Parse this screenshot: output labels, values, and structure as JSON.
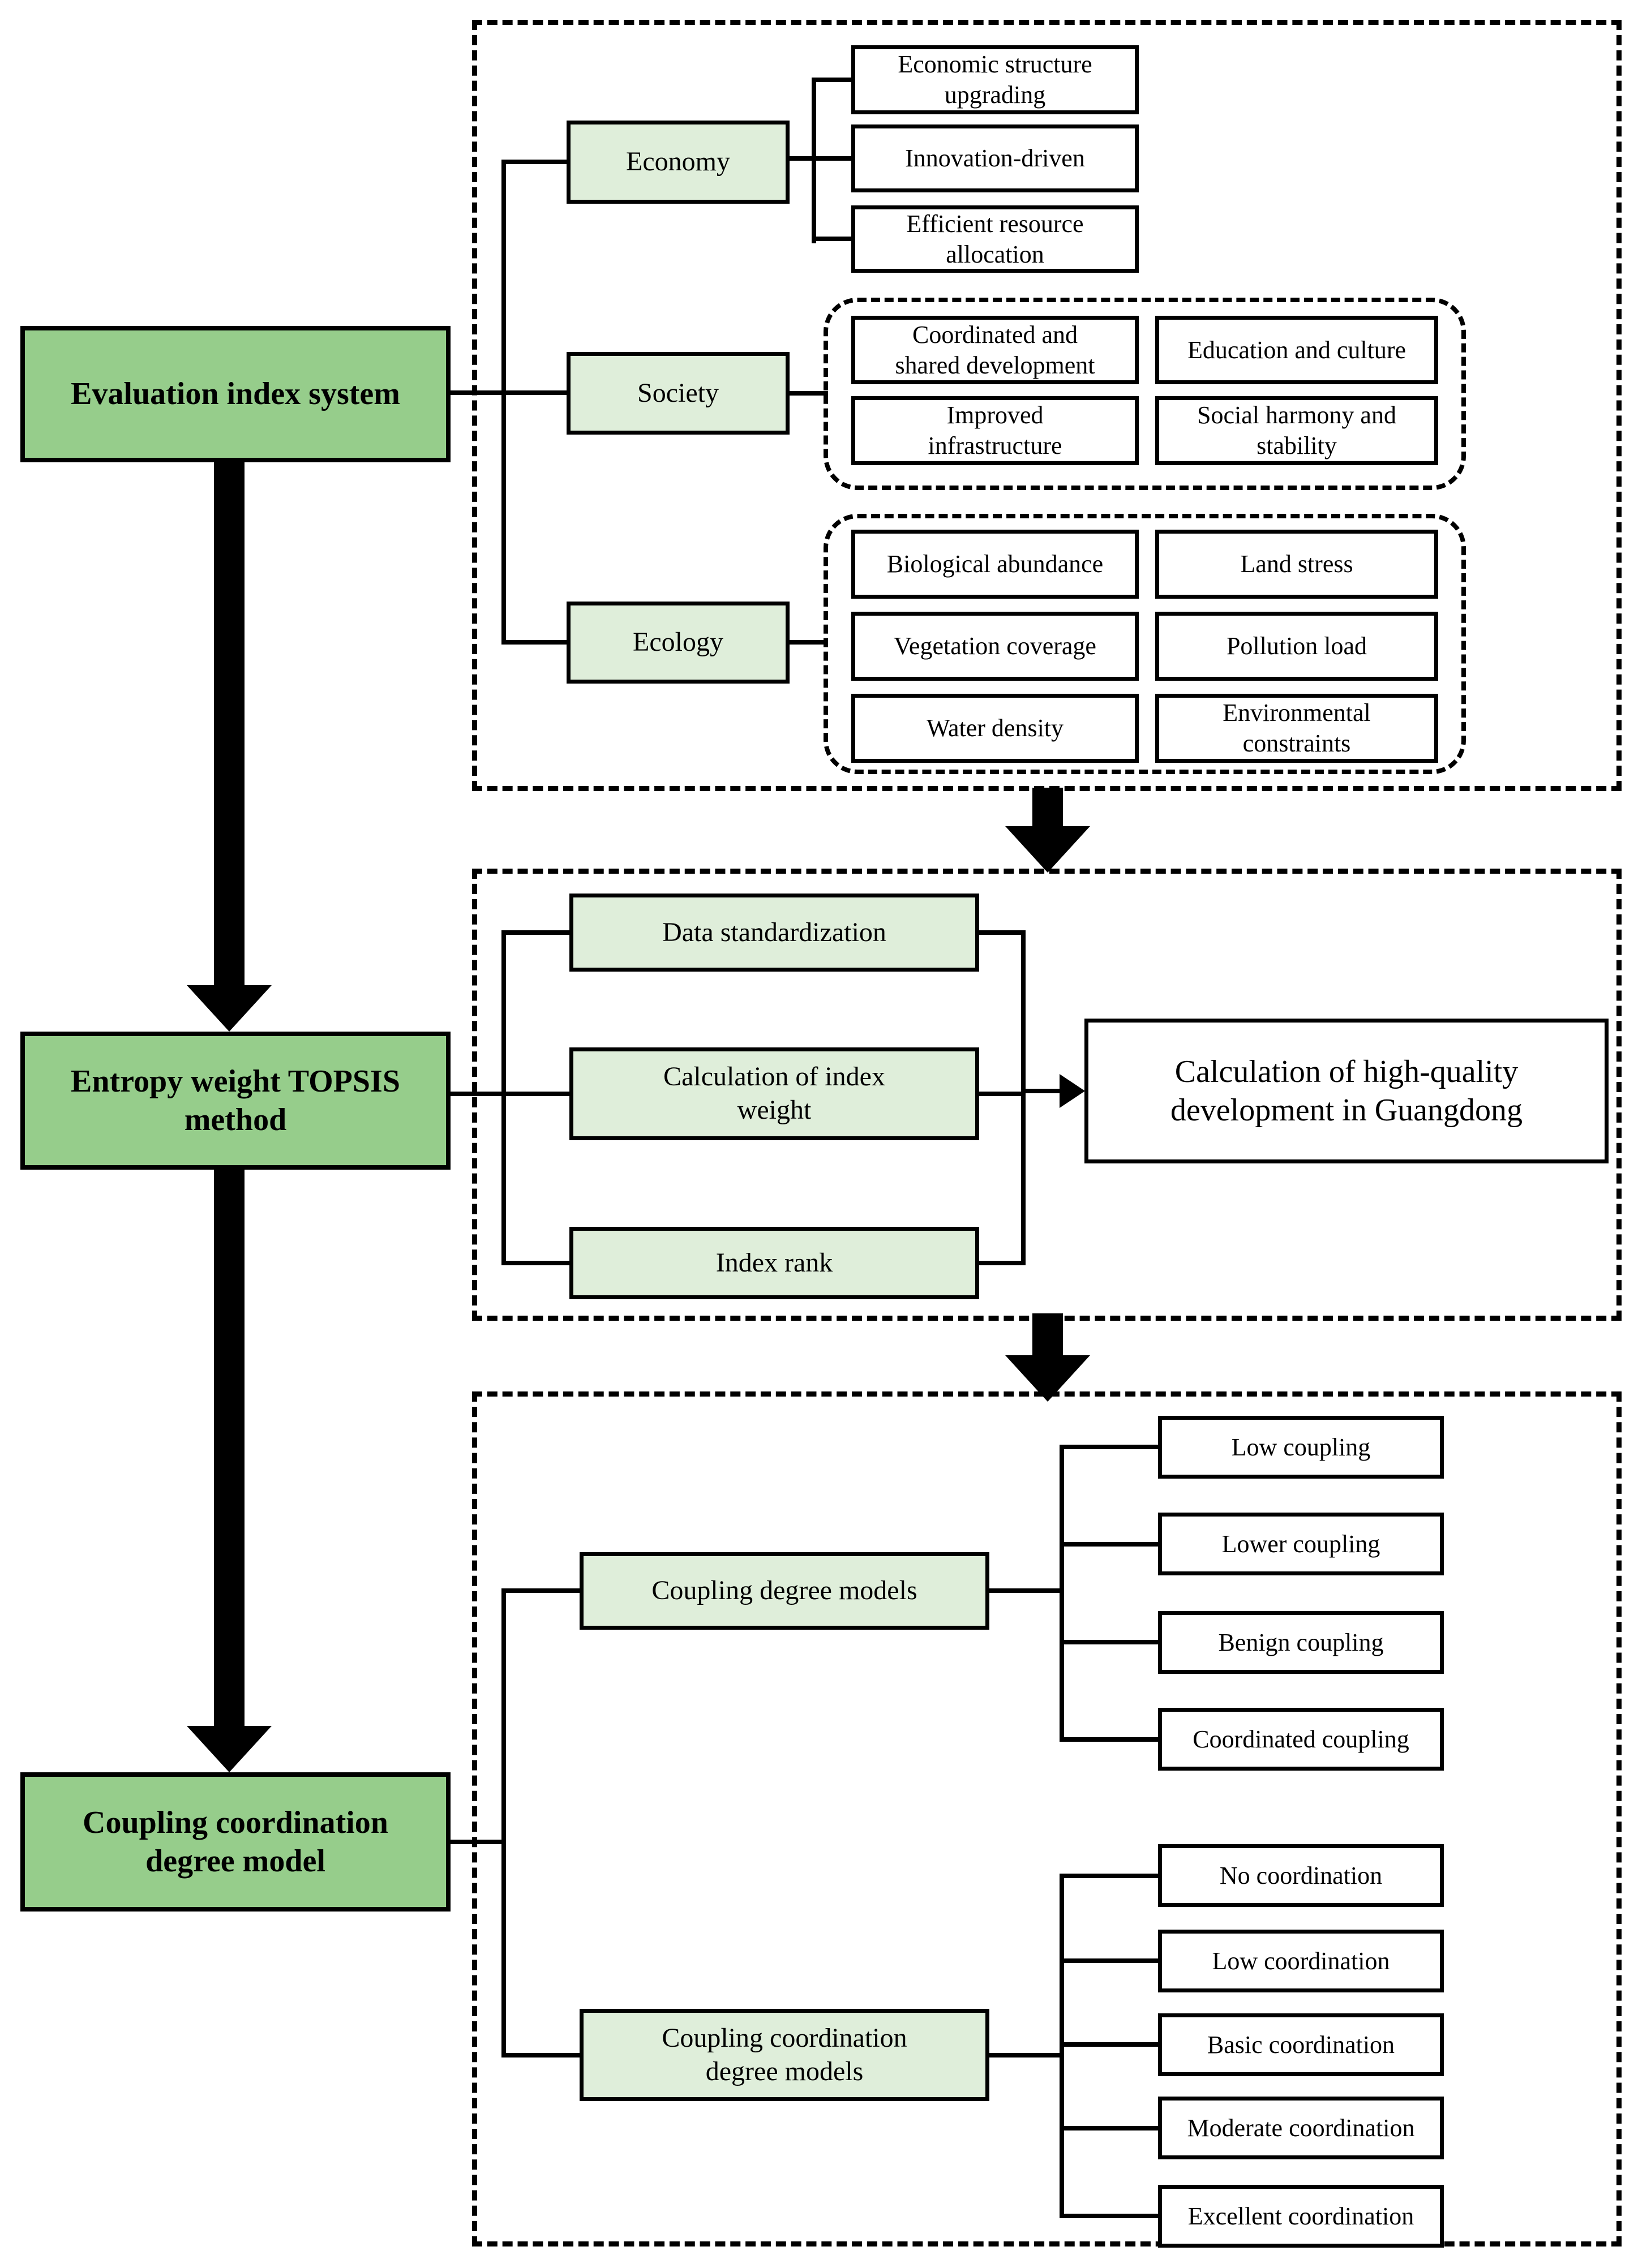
{
  "diagram": {
    "colors": {
      "main_green": "#96cd8b",
      "light_green": "#dfeeda",
      "line": "#000000"
    },
    "main": {
      "evaluation": "Evaluation index system",
      "entropy": "Entropy weight TOPSIS method",
      "coupling": "Coupling coordination degree model"
    },
    "economy": {
      "label": "Economy",
      "children": [
        "Economic structure upgrading",
        "Innovation-driven",
        "Efficient resource allocation"
      ]
    },
    "society": {
      "label": "Society",
      "children": [
        "Coordinated and shared development",
        "Education and culture",
        "Improved infrastructure",
        "Social harmony and stability"
      ]
    },
    "ecology": {
      "label": "Ecology",
      "children": [
        "Biological abundance",
        "Land stress",
        "Vegetation coverage",
        "Pollution load",
        "Water density",
        "Environmental constraints"
      ]
    },
    "topsis": {
      "steps": [
        "Data standardization",
        "Calculation of index weight",
        "Index rank"
      ],
      "output": "Calculation of high-quality development in Guangdong"
    },
    "coupling_models": {
      "label": "Coupling degree models",
      "children": [
        "Low coupling",
        "Lower coupling",
        "Benign coupling",
        "Coordinated coupling"
      ]
    },
    "coordination_models": {
      "label": "Coupling coordination degree models",
      "children": [
        "No coordination",
        "Low coordination",
        "Basic coordination",
        "Moderate coordination",
        "Excellent coordination"
      ]
    }
  }
}
